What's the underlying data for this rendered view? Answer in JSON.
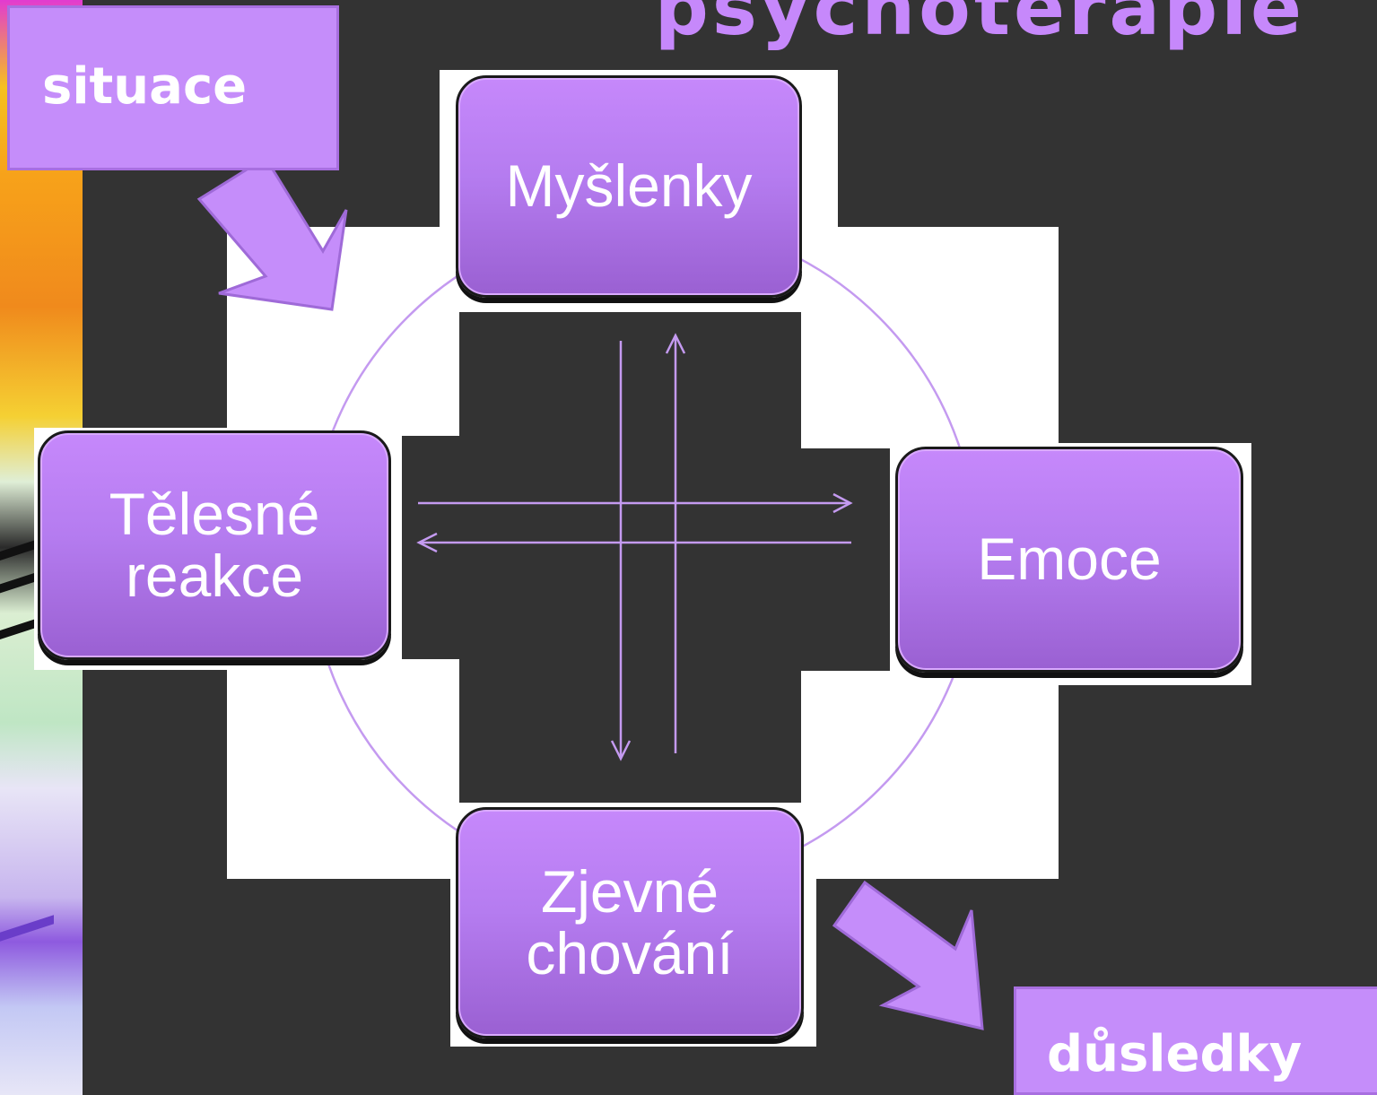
{
  "nodes": {
    "top": "Myšlenky",
    "right": "Emoce",
    "bottom": "Zjevné\nchování",
    "left": "Tělesné\nreakce"
  },
  "callouts": {
    "input": "situace",
    "output": "důsledky"
  },
  "colors": {
    "background": "#333333",
    "node_fill": "#b57cf0",
    "callout_fill": "#c58dfa",
    "connector": "#c49af0"
  }
}
